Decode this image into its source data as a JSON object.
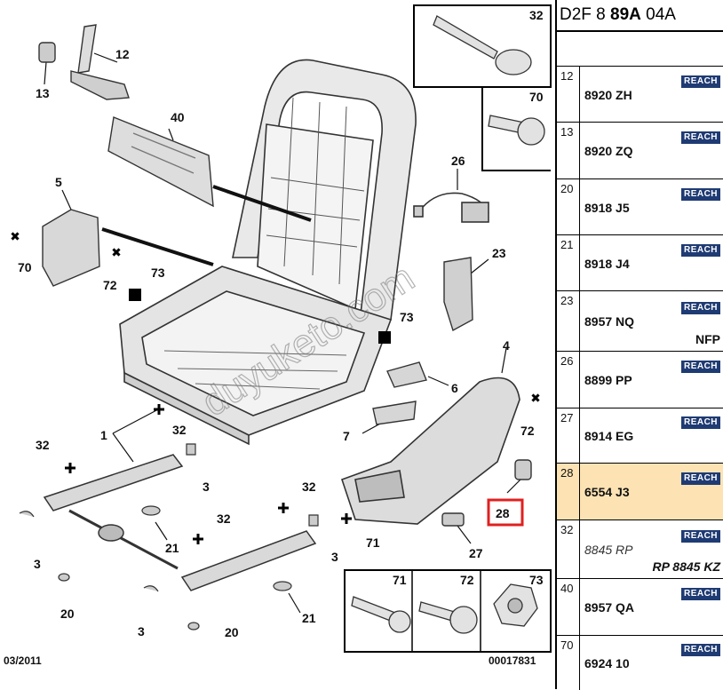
{
  "diagram": {
    "watermark": "duyuketo.com",
    "date": "03/2011",
    "ref_number": "00017831",
    "callouts": {
      "c1": "1",
      "c3a": "3",
      "c3b": "3",
      "c3c": "3",
      "c4": "4",
      "c5": "5",
      "c6": "6",
      "c7": "7",
      "c12": "12",
      "c13": "13",
      "c20a": "20",
      "c20b": "20",
      "c21a": "21",
      "c21b": "21",
      "c23": "23",
      "c26": "26",
      "c27": "27",
      "c28": "28",
      "c32a": "32",
      "c32b": "32",
      "c32c": "32",
      "c32d": "32",
      "c40": "40",
      "c70": "70",
      "c71": "71",
      "c72a": "72",
      "c72b": "72",
      "c73a": "73",
      "c73b": "73"
    },
    "detail_boxes": {
      "top_screw": "32",
      "top_bolt": "70",
      "bottom_71": "71",
      "bottom_72": "72",
      "bottom_73": "73"
    }
  },
  "panel": {
    "header_pre": "D2F 8 ",
    "header_bold": "89A",
    "header_post": " 04A",
    "badge_label": "REACH",
    "rows": [
      {
        "num": "12",
        "code": "8920 ZH",
        "note": ""
      },
      {
        "num": "13",
        "code": "8920 ZQ",
        "note": ""
      },
      {
        "num": "20",
        "code": "8918 J5",
        "note": ""
      },
      {
        "num": "21",
        "code": "8918 J4",
        "note": ""
      },
      {
        "num": "23",
        "code": "8957 NQ",
        "note": "NFP"
      },
      {
        "num": "26",
        "code": "8899 PP",
        "note": ""
      },
      {
        "num": "27",
        "code": "8914 EG",
        "note": ""
      },
      {
        "num": "28",
        "code": "6554 J3",
        "note": ""
      },
      {
        "num": "32",
        "code": "8845 RP",
        "note": "RP 8845 KZ"
      },
      {
        "num": "40",
        "code": "8957 QA",
        "note": ""
      },
      {
        "num": "70",
        "code": "6924 10",
        "note": ""
      }
    ],
    "highlight_color": "#fde3b4",
    "badge_color": "#1f3b73"
  }
}
